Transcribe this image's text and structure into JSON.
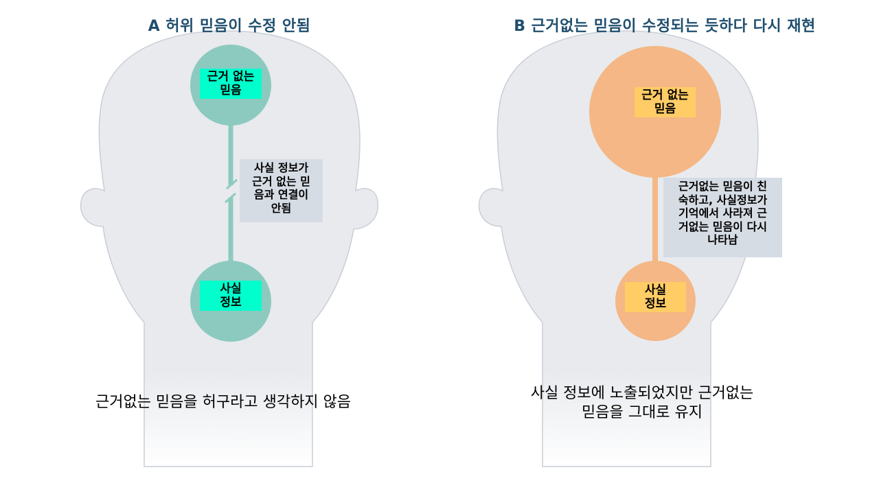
{
  "panel_a": {
    "title": "A 허위 믿음이 수정 안됨",
    "top_node": "근거 없는\n믿음",
    "bottom_node": "사실\n정보",
    "note": "사실 정보가\n근거 없는 믿\n음과 연결이\n안됨",
    "caption": "근거없는 믿음을 허구라고 생각하지 않음"
  },
  "panel_b": {
    "title": "B 근거없는 믿음이 수정되는 듯하다 다시 재현",
    "top_node": "근거 없는\n믿음",
    "bottom_node": "사실\n정보",
    "note": "근거없는 믿음이 친\n숙하고, 사실정보가\n기억에서 사라져 근\n거없는 믿음이 다시\n나타남",
    "caption": "사실 정보에 노출되었지만 근거없는\n믿음을 그대로 유지"
  },
  "colors": {
    "head_fill": "#e8eaee",
    "head_stroke": "#c9ced6",
    "teal": "#8ccac0",
    "teal_label": "#00ffcc",
    "orange": "#f4b785",
    "orange_label": "#ffcc66",
    "note_bg": "#d6dce4",
    "title": "#1f4e6e"
  }
}
